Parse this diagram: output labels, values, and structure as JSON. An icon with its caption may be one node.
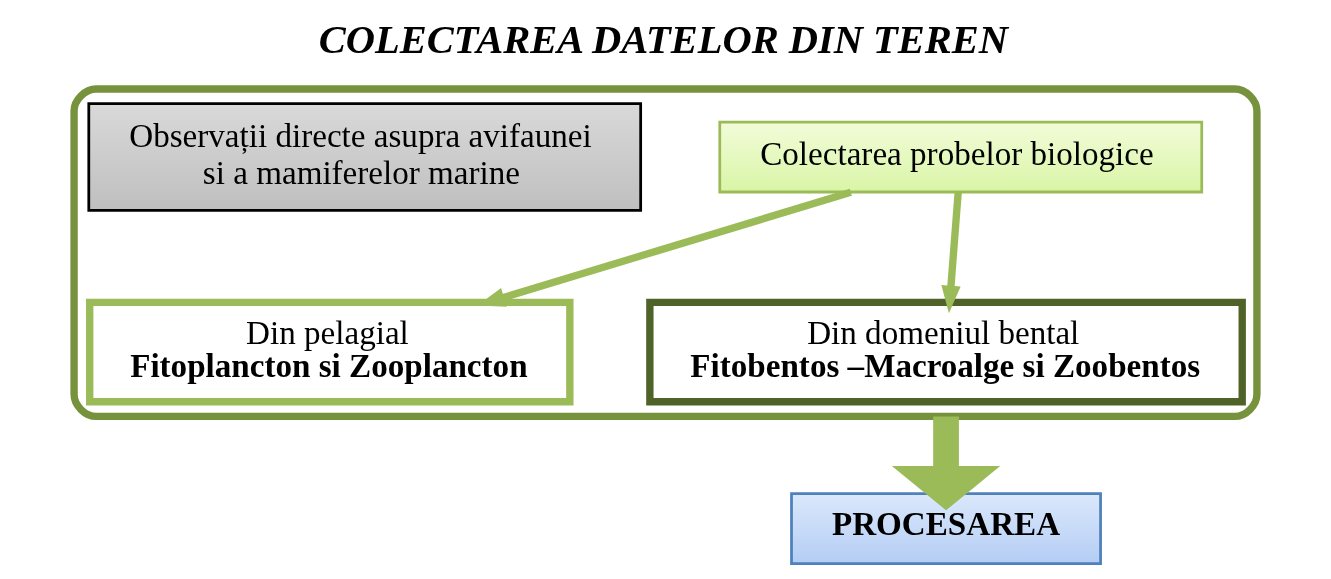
{
  "diagram": {
    "title": "COLECTAREA DATELOR DIN TEREN",
    "nodes": [
      {
        "text": [],
        "shape": "box"
      },
      {
        "text": [
          "Observații directe asupra avifaunei si a mamiferelor marine"
        ],
        "in": 0
      },
      {
        "text": [
          "Colectarea probelor biologice"
        ],
        "in": 0
      },
      {
        "text": [
          "Din pelagial",
          "Fitoplancton si Zooplancton"
        ],
        "in": 0
      },
      {
        "text": [
          "Din domeniul bental",
          "Fitobentos –Macroalge si Zoobentos"
        ],
        "in": 0
      },
      {
        "text": [
          "PROCESAREA"
        ]
      }
    ],
    "edges": [
      {
        "from": 2,
        "to": 3,
        "arrow": "to"
      },
      {
        "from": 2,
        "to": 4,
        "arrow": "to"
      },
      {
        "from": 0,
        "to": 5,
        "arrow": "to",
        "style": "thick"
      }
    ]
  }
}
